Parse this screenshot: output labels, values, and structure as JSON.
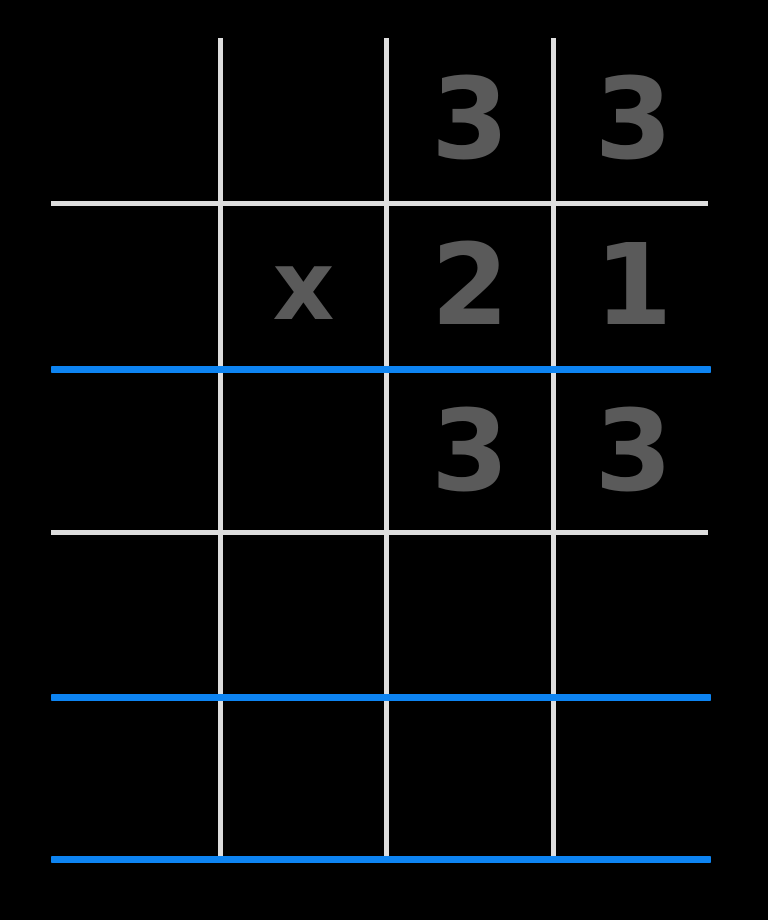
{
  "worksheet": {
    "type": "long-multiplication-grid",
    "background_color": "#000000",
    "gridline_color": "#dedede",
    "rule_color": "#0d84f2",
    "digit_color": "#5a5a5a",
    "columns": 4,
    "rows": 5,
    "problem": {
      "multiplicand": "33",
      "multiplier": "21",
      "operator": "x",
      "partial_product_1": "33",
      "partial_product_2": "",
      "product": ""
    },
    "rows_data": [
      {
        "name": "multiplicand-row",
        "cells": [
          "",
          "",
          "3",
          "3"
        ]
      },
      {
        "name": "multiplier-row",
        "cells": [
          "",
          "x",
          "2",
          "1"
        ]
      },
      {
        "name": "partial-product-row-1",
        "cells": [
          "",
          "",
          "3",
          "3"
        ]
      },
      {
        "name": "partial-product-row-2",
        "cells": [
          "",
          "",
          "",
          ""
        ]
      },
      {
        "name": "product-row",
        "cells": [
          "",
          "",
          "",
          ""
        ]
      }
    ]
  }
}
